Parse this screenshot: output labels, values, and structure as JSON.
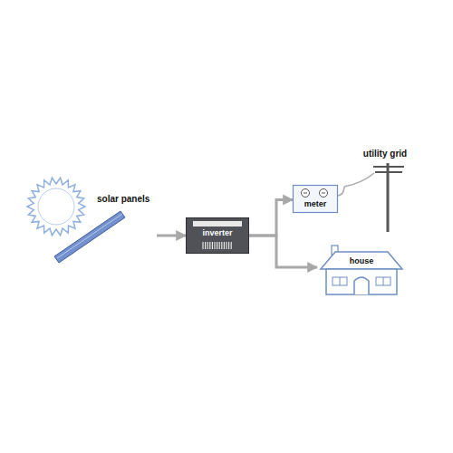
{
  "diagram": {
    "nodes": [
      {
        "text": [
          "solar panels"
        ]
      },
      {
        "text": [
          "inverter"
        ]
      },
      {
        "text": [
          "meter"
        ]
      },
      {
        "text": [
          "utility grid"
        ]
      },
      {
        "text": [
          "house"
        ]
      }
    ],
    "edges": [
      {
        "from": 0,
        "to": 1,
        "arrow": "to"
      },
      {
        "from": 1,
        "to": 2,
        "arrow": "to"
      },
      {
        "from": 1,
        "to": 4,
        "arrow": "to"
      },
      {
        "from": 2,
        "to": 3,
        "arrow": "none"
      }
    ]
  }
}
